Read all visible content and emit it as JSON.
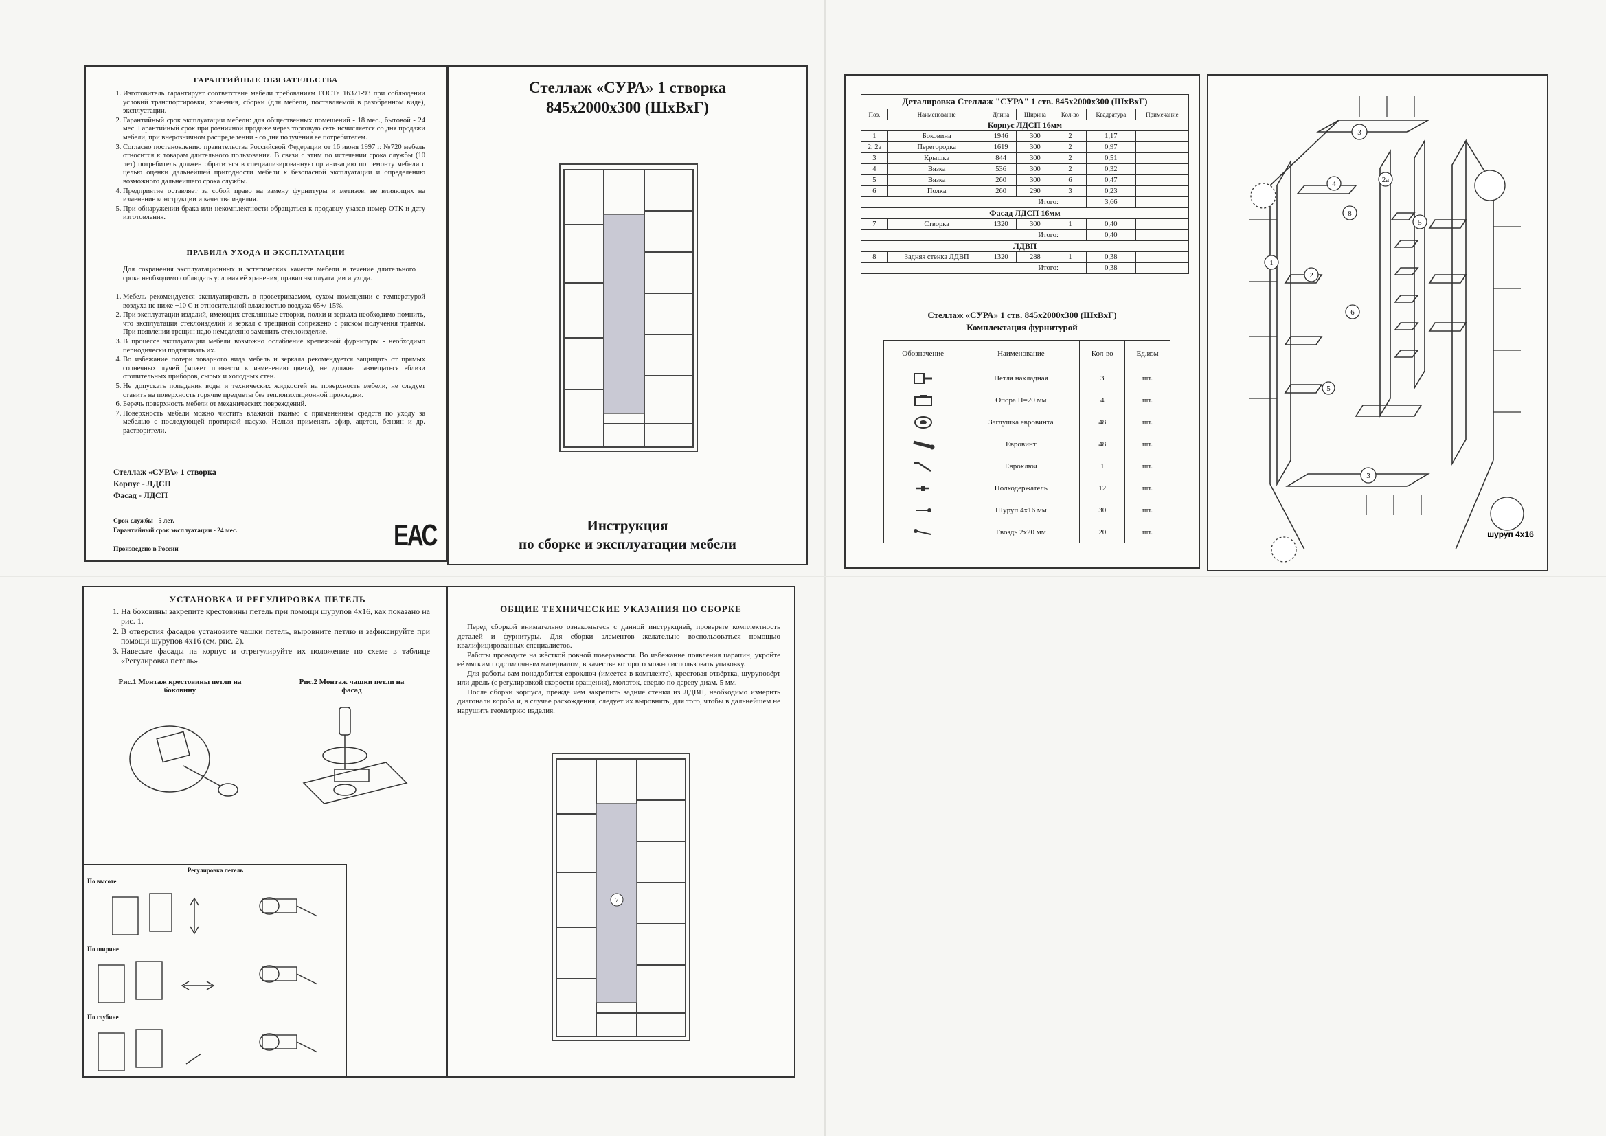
{
  "guarantee": {
    "title": "ГАРАНТИЙНЫЕ ОБЯЗАТЕЛЬСТВА",
    "items": [
      "Изготовитель гарантирует соответствие мебели требованиям ГОСТа 16371-93 при соблюдении условий транспортировки, хранения, сборки (для мебели, поставляемой в разобранном виде), эксплуатации.",
      "Гарантийный срок эксплуатации мебели: для общественных помещений - 18 мес., бытовой - 24 мес. Гарантийный срок при розничной продаже через торговую сеть исчисляется со дня продажи мебели, при внерозничном распределении - со дня получения её потребителем.",
      "Согласно постановлению правительства Российской Федерации от 16 июня 1997 г. №720 мебель относится к товарам длительного пользования. В связи с этим по истечении срока службы (10 лет) потребитель должен обратиться в специализированную организацию по ремонту мебели с целью оценки дальнейшей пригодности мебели к безопасной эксплуатации и определению возможного дальнейшего срока службы.",
      "Предприятие оставляет за собой право на замену фурнитуры и метизов, не влияющих на изменение конструкции и качества изделия.",
      "При обнаружении брака или некомплектности обращаться к продавцу указав номер ОТК и дату изготовления."
    ],
    "care_title": "ПРАВИЛА УХОДА И ЭКСПЛУАТАЦИИ",
    "care_intro": "Для сохранения эксплуатационных и эстетических качеств мебели в течение длительного срока необходимо соблюдать условия её хранения, правил эксплуатации и ухода.",
    "care_items": [
      "Мебель рекомендуется эксплуатировать в проветриваемом, сухом помещении с температурой воздуха не ниже +10 С и относительной влажностью воздуха 65+/-15%.",
      "При эксплуатации изделий, имеющих стеклянные створки, полки и зеркала необходимо помнить, что эксплуатация стеклоизделий и зеркал с трещиной сопряжено с риском получения травмы. При появлении трещин надо немедленно заменить стеклоизделие.",
      "В процессе эксплуатации мебели возможно ослабление крепёжной фурнитуры - необходимо периодически подтягивать их.",
      "Во избежание потери товарного вида мебель и зеркала рекомендуется защищать от прямых солнечных лучей (может привести к изменению цвета), не должна размещаться вблизи отопительных приборов, сырых и холодных стен.",
      "Не допускать попадания воды и технических жидкостей на поверхность мебели, не следует ставить на поверхность горячие предметы без теплоизоляционной прокладки.",
      "Беречь поверхность мебели от механических повреждений.",
      "Поверхность мебели можно чистить влажной тканью с применением средств по уходу за мебелью с последующей протиркой насухо. Нельзя применять эфир, ацетон, бензин и др. растворители."
    ],
    "product_lines": [
      "Стеллаж «СУРА» 1 створка",
      "Корпус - ЛДСП",
      "Фасад - ЛДСП"
    ],
    "service_lines": [
      "Срок службы - 5 лет.",
      "Гарантийный срок эксплуатации - 24 мес."
    ],
    "made_in": "Произведено в России",
    "eac": "ЕАС"
  },
  "cover": {
    "title_line1": "Стеллаж «СУРА» 1 створка",
    "title_line2": "845х2000х300 (ШхВхГ)",
    "sub_line1": "Инструкция",
    "sub_line2": "по сборке и эксплуатации мебели"
  },
  "detail": {
    "title": "Деталировка Стеллаж \"СУРА\" 1 ств. 845х2000х300 (ШхВхГ)",
    "headers": [
      "Поз.",
      "Наименование",
      "Длина",
      "Ширина",
      "Кол-во",
      "Квадратура",
      "Примечание"
    ],
    "section1": "Корпус ЛДСП 16мм",
    "rows1": [
      [
        "1",
        "Боковина",
        "1946",
        "300",
        "2",
        "1,17",
        ""
      ],
      [
        "2, 2а",
        "Перегородка",
        "1619",
        "300",
        "2",
        "0,97",
        ""
      ],
      [
        "3",
        "Крышка",
        "844",
        "300",
        "2",
        "0,51",
        ""
      ],
      [
        "4",
        "Вязка",
        "536",
        "300",
        "2",
        "0,32",
        ""
      ],
      [
        "5",
        "Вязка",
        "260",
        "300",
        "6",
        "0,47",
        ""
      ],
      [
        "6",
        "Полка",
        "260",
        "290",
        "3",
        "0,23",
        ""
      ]
    ],
    "total_label": "Итого:",
    "total1": "3,66",
    "section2": "Фасад ЛДСП 16мм",
    "rows2": [
      [
        "7",
        "Створка",
        "1320",
        "300",
        "1",
        "0,40",
        ""
      ]
    ],
    "total2": "0,40",
    "section3": "ЛДВП",
    "rows3": [
      [
        "8",
        "Задняя стенка ЛДВП",
        "1320",
        "288",
        "1",
        "0,38",
        ""
      ]
    ],
    "total3": "0,38"
  },
  "hardware": {
    "title_line1": "Стеллаж «СУРА» 1 ств. 845х2000х300 (ШхВхГ)",
    "title_line2": "Комплектация фурнитурой",
    "headers": [
      "Обозначение",
      "Наименование",
      "Кол-во",
      "Ед.изм"
    ],
    "rows": [
      {
        "icon": "hinge-icon",
        "name": "Петля накладная",
        "qty": "3",
        "unit": "шт."
      },
      {
        "icon": "support-icon",
        "name": "Опора Н=20 мм",
        "qty": "4",
        "unit": "шт."
      },
      {
        "icon": "cap-icon",
        "name": "Заглушка евровинта",
        "qty": "48",
        "unit": "шт."
      },
      {
        "icon": "screw-icon",
        "name": "Евровинт",
        "qty": "48",
        "unit": "шт."
      },
      {
        "icon": "hex-key-icon",
        "name": "Евроключ",
        "qty": "1",
        "unit": "шт."
      },
      {
        "icon": "shelf-pin-icon",
        "name": "Полкодержатель",
        "qty": "12",
        "unit": "шт."
      },
      {
        "icon": "wood-screw-icon",
        "name": "Шуруп 4х16 мм",
        "qty": "30",
        "unit": "шт."
      },
      {
        "icon": "nail-icon",
        "name": "Гвоздь 2х20 мм",
        "qty": "20",
        "unit": "шт."
      }
    ]
  },
  "exploded": {
    "labels": [
      "3",
      "4",
      "2а",
      "8",
      "5",
      "1",
      "6",
      "2",
      "5",
      "3"
    ],
    "screw_label": "шуруп 4х16"
  },
  "hinge": {
    "title": "УСТАНОВКА И РЕГУЛИРОВКА ПЕТЕЛЬ",
    "items": [
      "На боковины закрепите крестовины петель при помощи шурупов 4х16, как показано на рис. 1.",
      "В отверстия фасадов установите чашки петель, выровните петлю и зафиксируйте при помощи шурупов 4х16 (см. рис. 2).",
      "Навесьте фасады на корпус и отрегулируйте их положение по схеме в таблице «Регулировка петель»."
    ],
    "fig1": "Рис.1 Монтаж крестовины петли на боковину",
    "fig2": "Рис.2 Монтаж чашки петли на фасад",
    "table_title": "Регулировка петель",
    "rows": [
      "По высоте",
      "По ширине",
      "По глубине"
    ]
  },
  "general": {
    "title": "ОБЩИЕ ТЕХНИЧЕСКИЕ УКАЗАНИЯ ПО СБОРКЕ",
    "paragraphs": [
      "Перед сборкой внимательно ознакомьтесь с данной инструкцией, проверьте комплектность деталей и фурнитуры. Для сборки элементов желательно воспользоваться помощью квалифицированных специалистов.",
      "Работы проводите на жёсткой ровной поверхности. Во избежание появления царапин, укройте её мягким подстилочным материалом, в качестве которого можно использовать упаковку.",
      "Для работы вам понадобится евроключ (имеется в комплекте), крестовая отвёртка, шуруповёрт или дрель (с регулировкой скорости вращения), молоток, сверло по дереву диам. 5 мм.",
      "После сборки корпуса, прежде чем закрепить задние стенки из ЛДВП, необходимо измерить диагонали короба и, в случае расхождения, следует их выровнять, для того, чтобы в дальнейшем не нарушить геометрию изделия."
    ],
    "door_label": "7"
  }
}
